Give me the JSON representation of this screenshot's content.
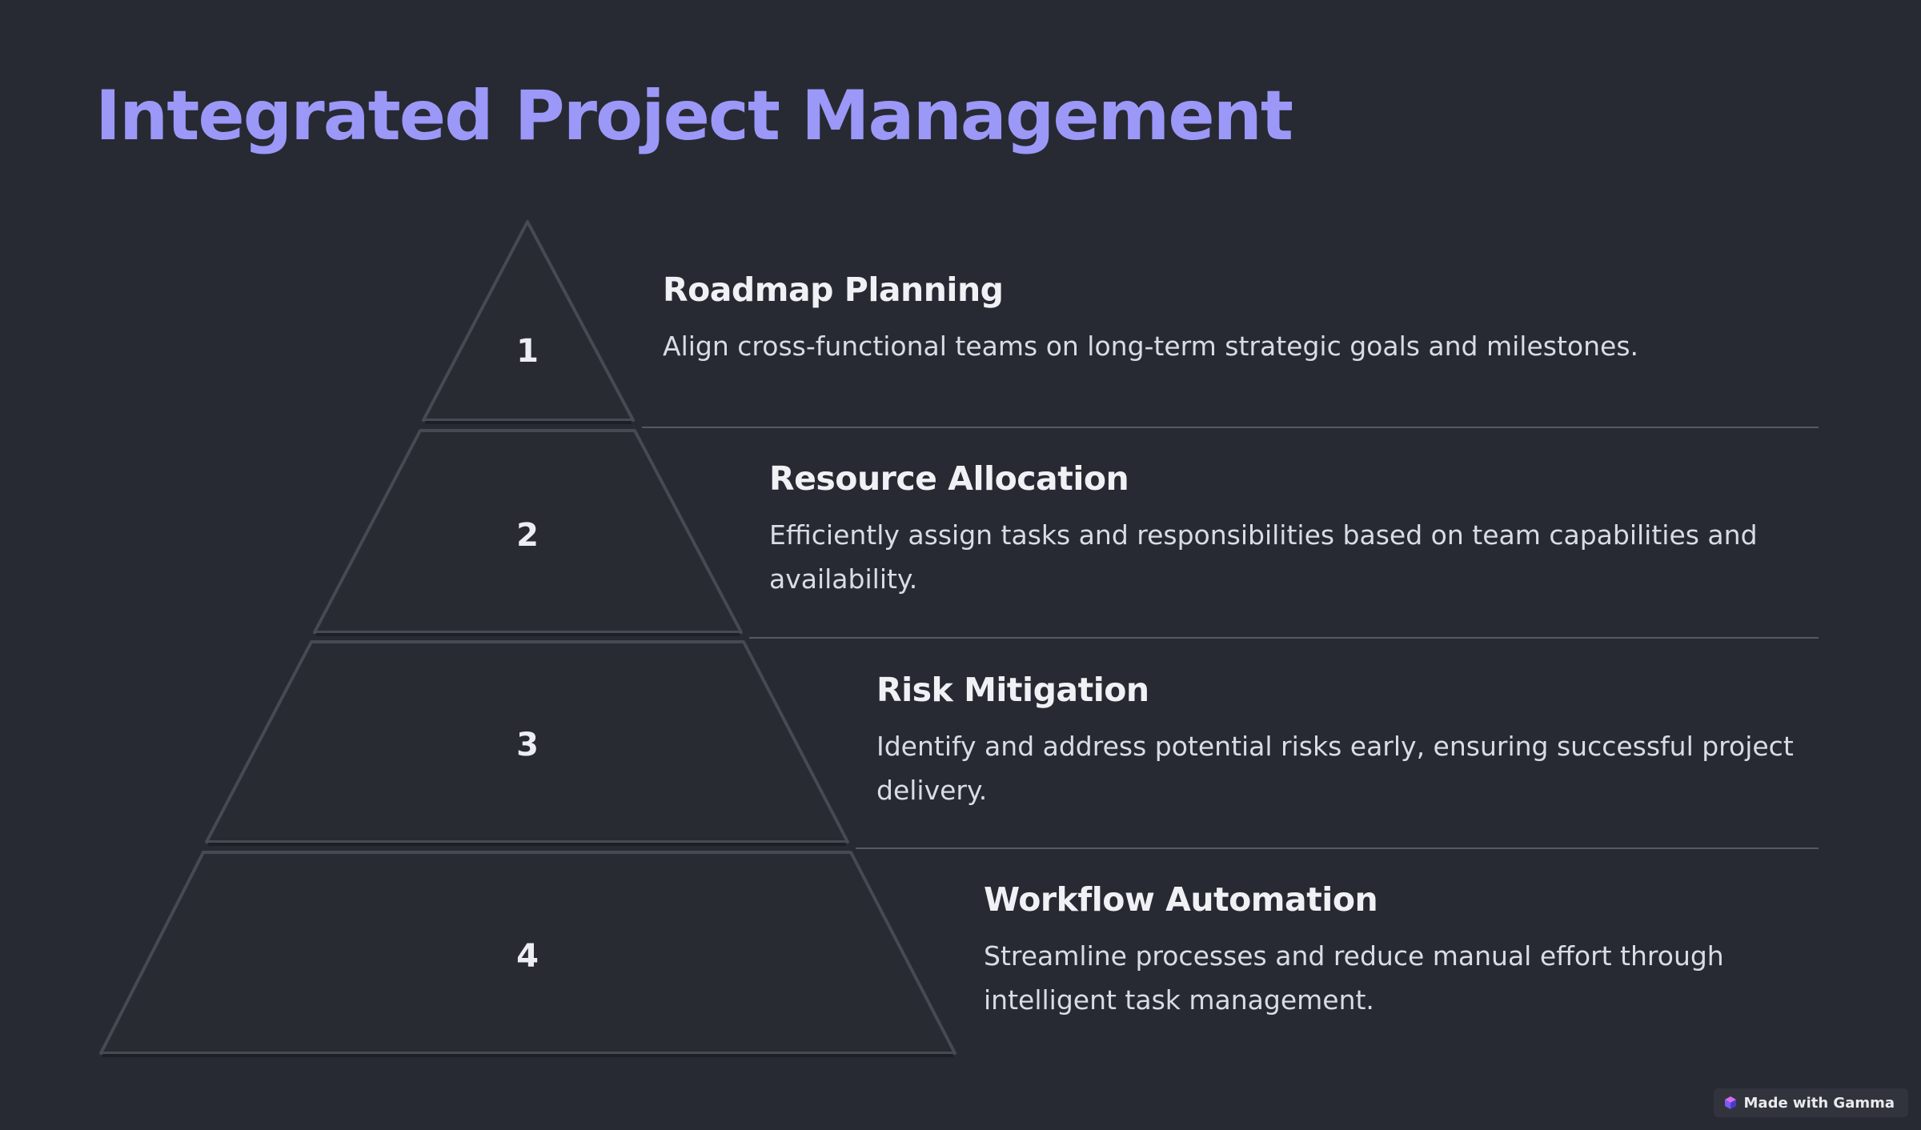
{
  "title": "Integrated Project Management",
  "levels": [
    {
      "number": "1",
      "title": "Roadmap Planning",
      "description": "Align cross-functional teams on long-term strategic goals and milestones."
    },
    {
      "number": "2",
      "title": "Resource Allocation",
      "description": "Efficiently assign tasks and responsibilities based on team capabilities and availability."
    },
    {
      "number": "3",
      "title": "Risk Mitigation",
      "description": "Identify and address potential risks early, ensuring successful project delivery."
    },
    {
      "number": "4",
      "title": "Workflow Automation",
      "description": "Streamline processes and reduce manual effort through intelligent task management."
    }
  ],
  "badge": {
    "label": "Made with Gamma",
    "icon": "gamma-logo-icon"
  },
  "colors": {
    "background": "#272a32",
    "title": "#9b98f8",
    "text": "#f0f1f5"
  }
}
